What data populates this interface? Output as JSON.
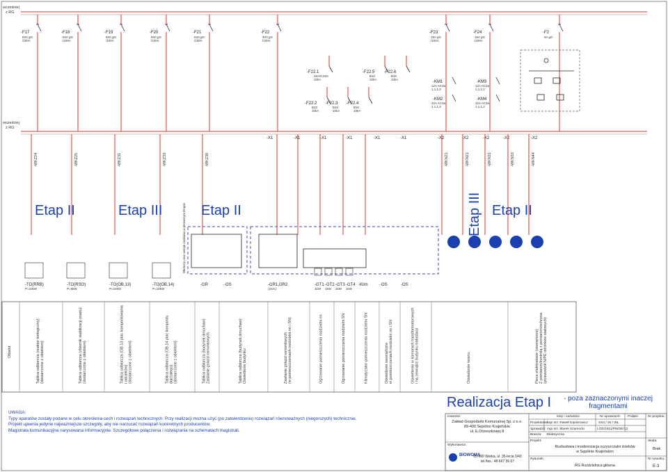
{
  "header": {
    "left_top": [
      "wcześniej",
      "z RG"
    ],
    "left_mid": [
      "wcześniej",
      "z RG"
    ]
  },
  "breakers_top": [
    {
      "name": "-F17",
      "spec": [
        "63A gG",
        "/100A"
      ]
    },
    {
      "name": "-F18",
      "spec": [
        "63A gG",
        "/100A"
      ]
    },
    {
      "name": "-F19",
      "spec": [
        "63A gG",
        "/100A"
      ]
    },
    {
      "name": "-F20",
      "spec": [
        "63A gG",
        "/100A"
      ]
    },
    {
      "name": "-F21",
      "spec": [
        "63A gG",
        "/100A"
      ]
    },
    {
      "name": "-F22",
      "spec": [
        "40A gG",
        "/100A"
      ]
    },
    {
      "name": "-F23",
      "spec": [
        "16A gG",
        "/100A"
      ]
    },
    {
      "name": "-F24",
      "spec": [
        "16A gG",
        "/100A"
      ]
    },
    {
      "name": "-F2",
      "spec": [
        "6A gG"
      ]
    }
  ],
  "breakers_mid": [
    {
      "name": "-F22.1",
      "spec": [
        "25A/0,03A",
        "10kA"
      ]
    },
    {
      "name": "-F22.5",
      "spec": [
        "B10",
        "10kA"
      ]
    },
    {
      "name": "-F22.6",
      "spec": [
        "B10",
        "10kA"
      ]
    },
    {
      "name": "-F22.2",
      "spec": [
        "B10",
        "10kA"
      ]
    },
    {
      "name": "-F22.3",
      "spec": [
        "B10",
        "10kA"
      ]
    },
    {
      "name": "-F22.4",
      "spec": [
        "B10",
        "10kA"
      ]
    }
  ],
  "contactors": [
    {
      "name": "-KM1",
      "spec": [
        "12A AC3a",
        "1,1,1,2"
      ]
    },
    {
      "name": "-KM3",
      "spec": [
        "12A AC3a",
        "1,1,1,2"
      ]
    },
    {
      "name": "-KM2",
      "spec": [
        "12A AC3a",
        "1,1,1,2"
      ]
    },
    {
      "name": "-KM4",
      "spec": [
        "12A AC3a",
        "1,1,1,2"
      ]
    }
  ],
  "terminals": [
    "-X1",
    "-X1",
    "-X1",
    "-X1",
    "-X1",
    "-X1",
    "-X2",
    "-X2",
    "-X2",
    "-X2",
    "-X2"
  ],
  "cables": [
    "-WKZ24",
    "-WKZ25",
    "-WKZ31",
    "-WKZ33",
    "-WKZ30",
    "",
    "",
    "",
    "",
    "",
    "-WKN21",
    "-WKN21",
    "-WKN31",
    "-WKN33",
    "-WKN44"
  ],
  "etap_labels": [
    "Etap II",
    "Etap III",
    "Etap II",
    "Etap III",
    "Etap II"
  ],
  "boxes_top_note": "Wielosty oraz wersje zasilania w pierwszym Etapie",
  "equipment": [
    {
      "name": "-TO(RRB)",
      "spec": "P=10kW"
    },
    {
      "name": "-TO(RSO)",
      "spec": "P=8kW"
    },
    {
      "name": "-TO(OB.13)",
      "spec": "P=24kW"
    },
    {
      "name": "-TO(OB.14)",
      "spec": "P=10kW"
    },
    {
      "name": "-GR",
      "spec": ""
    },
    {
      "name": "-OS",
      "spec": ""
    },
    {
      "name": "-GR1,GR2",
      "spec": "(2szt.)"
    },
    {
      "name": "-GT1",
      "spec": "1kW"
    },
    {
      "name": "-GT2",
      "spec": "1kW"
    },
    {
      "name": "-GT3",
      "spec": "1kW"
    },
    {
      "name": "-GT4",
      "spec": "1kW"
    },
    {
      "name": "-Klim",
      "spec": ""
    },
    {
      "name": "-OS",
      "spec": ""
    },
    {
      "name": "-OS",
      "spec": ""
    }
  ],
  "descriptions": [
    {
      "label": "Obwód",
      "lines": []
    },
    {
      "label": "",
      "lines": [
        "Tablica odbiorcza (reaktor biologiczny)",
        "(dostarczone z obiektem)"
      ]
    },
    {
      "label": "",
      "lines": [
        "Tablica odbiorcza (zbiornik stabilizacji osadu)",
        "(dostarczone z obiektem)"
      ]
    },
    {
      "label": "",
      "lines": [
        "Tablica odbiorcza (OB.13 plac kompostowania",
        "i odcieków)",
        "(dostarczone z obiektem)"
      ]
    },
    {
      "label": "",
      "lines": [
        "Tablica odbiorcza (OB.14 plac kompostu",
        "dojrzałego)",
        "(dostarczone z obiektem)"
      ]
    },
    {
      "label": "",
      "lines": [
        "Tablica odbiorcza (budynek dmuchaw)",
        "Zasilanie gniazd remontowych"
      ]
    },
    {
      "label": "",
      "lines": [
        "Tablica odbiorcza (budynek dmuchaw)",
        "Oświetlenie budynku"
      ]
    },
    {
      "label": "",
      "lines": [
        "Zasilanie gniazd remontowych",
        "(w pomieszczeniach rozdzielni nn i SN)"
      ]
    },
    {
      "label": "",
      "lines": [
        "Ogrzewanie pomieszczenia rozdzielni nn"
      ]
    },
    {
      "label": "",
      "lines": [
        "Ogrzewanie pomieszczenia rozdzielni SN"
      ]
    },
    {
      "label": "",
      "lines": [
        "Klimatyzator pomieszczenia rozdzielni SN"
      ]
    },
    {
      "label": "",
      "lines": [
        "Oświetlenie wewnętrzne",
        "w pomieszczeniach rozdzielni nn i SN"
      ]
    },
    {
      "label": "",
      "lines": [
        "Oświetlenie w komorach transformatorowych",
        "i na zewnątrz budynku trafostacji"
      ]
    },
    {
      "label": "",
      "lines": [
        "Oświetlenie terenu"
      ]
    },
    {
      "label": "",
      "lines": [
        "Piece elektrodowe (zewnętrzne)",
        "Z pomiarem/kontrolą z pomiarem/ochrona",
        "(przewodzik N/PE odcinków stalowych)"
      ]
    }
  ],
  "notes": {
    "title": "UWAGA:",
    "lines": [
      "Typy aparatów zostały podane w celu określenia cech i rozwiązań technicznych. Przy realizacji można użyć (po zatwierdzeniu) rozwiązań równoważnych (niegorszych) technicznie.",
      "Projekt ujawnia jedynie najważniejsze szczegóły, aby nie narzucać rozwiązań konkretnych producentów.",
      "Magistrala komunikacyjna narysowana informacyjnie. Szczegółowe połączenia i rozwiązania na schematach magistrali."
    ]
  },
  "realization": {
    "title": "Realizacja Etap I",
    "note": [
      "- poza zaznaczonymi inaczej",
      "fragmentami"
    ]
  },
  "title_block": {
    "investor_label": "Inwestor:",
    "investor": [
      "Zakład Gospodarki Komunalnej Sp. z o.o.",
      "89-400 Sępólno Krajeńskie",
      "ul. E.Orzeszkowej 8"
    ],
    "contractor_label": "Wykonawca:",
    "company": "BIOWOMA",
    "company_address": [
      "05-660 Warka, ul. 35-lecia 3/43",
      "tel./fax.: 48 667 36 07"
    ],
    "col_heads": [
      "Imię i nazwisko:",
      "Nr uprawnień:",
      "Podpis:",
      "Nr projektu:"
    ],
    "role1": "Projektował:",
    "person1": "mgr inż. Paweł Gąsiorowicz",
    "lic1": "SS4 / 94 / WL",
    "role2": "Sprawdził:",
    "person2": "mgr inż. Marek Szamocki",
    "lic2": "LOD/1911/PWOE/12",
    "branch_label": "Branża:",
    "branch": "Elektryczna",
    "project_label": "Projekt:",
    "project": [
      "Rozbudowa i modernizacja oczyszczalni ścieków",
      "w Sępólnie Krajeńskim"
    ],
    "drawing_label": "Rysunek:",
    "drawing": "RG Rozdzielnica główna",
    "scale_label": "Skala:",
    "scale": "Brak",
    "sheet_label": "Nr rysunku:",
    "sheet": "E-3"
  },
  "colors": {
    "wire": "#e0322d",
    "accent": "#1a3fae",
    "line": "#222222"
  }
}
